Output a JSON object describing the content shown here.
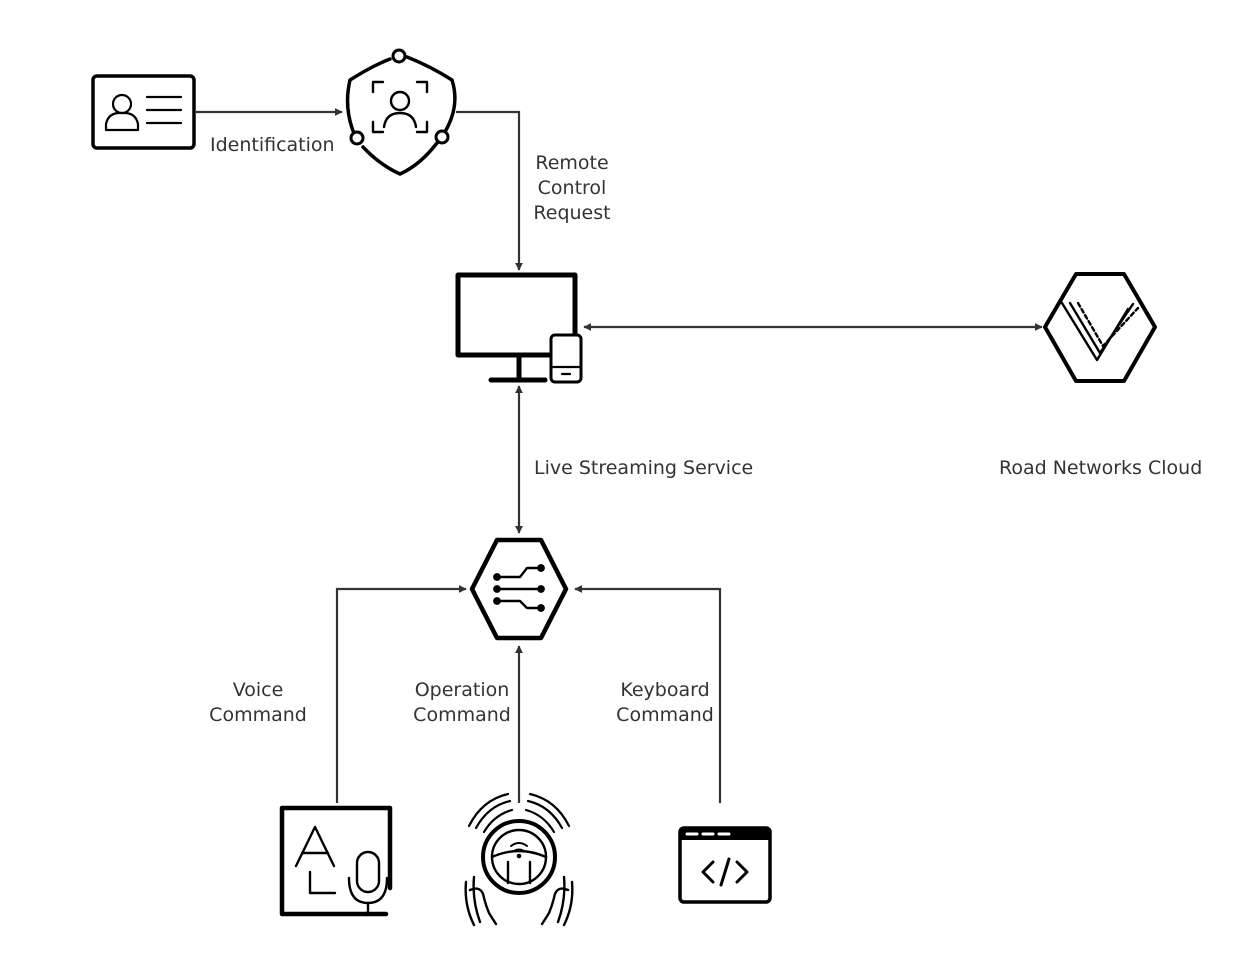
{
  "labels": {
    "identification": "Identification",
    "remote_control_request": [
      "Remote",
      "Control",
      "Request"
    ],
    "live_streaming_service": "Live Streaming Service",
    "road_networks_cloud": "Road Networks Cloud",
    "voice_command": [
      "Voice",
      "Command"
    ],
    "operation_command": [
      "Operation",
      "Command"
    ],
    "keyboard_command": [
      "Keyboard",
      "Command"
    ]
  },
  "nodes": [
    {
      "id": "id-card",
      "icon": "id-card-icon"
    },
    {
      "id": "face-verification",
      "icon": "face-scan-shield-icon"
    },
    {
      "id": "terminal",
      "icon": "monitor-phone-icon"
    },
    {
      "id": "road-networks-cloud",
      "icon": "cloud-logo-hexagon-icon"
    },
    {
      "id": "control-hub",
      "icon": "circuit-hexagon-icon"
    },
    {
      "id": "voice-input",
      "icon": "voice-text-mic-icon"
    },
    {
      "id": "steering-input",
      "icon": "steering-wheel-hands-icon"
    },
    {
      "id": "keyboard-input",
      "icon": "code-window-icon"
    }
  ],
  "edges": [
    {
      "from": "id-card",
      "to": "face-verification",
      "label": "labels.identification",
      "direction": "forward"
    },
    {
      "from": "face-verification",
      "to": "terminal",
      "label": "labels.remote_control_request",
      "direction": "forward"
    },
    {
      "from": "terminal",
      "to": "road-networks-cloud",
      "direction": "both"
    },
    {
      "from": "terminal",
      "to": "control-hub",
      "label": "labels.live_streaming_service",
      "direction": "both"
    },
    {
      "from": "voice-input",
      "to": "control-hub",
      "label": "labels.voice_command",
      "direction": "forward"
    },
    {
      "from": "steering-input",
      "to": "control-hub",
      "label": "labels.operation_command",
      "direction": "forward"
    },
    {
      "from": "keyboard-input",
      "to": "control-hub",
      "label": "labels.keyboard_command",
      "direction": "forward"
    }
  ],
  "colors": {
    "edge": "#333333",
    "icon": "#000000",
    "text": "#333333",
    "background": "#ffffff"
  }
}
